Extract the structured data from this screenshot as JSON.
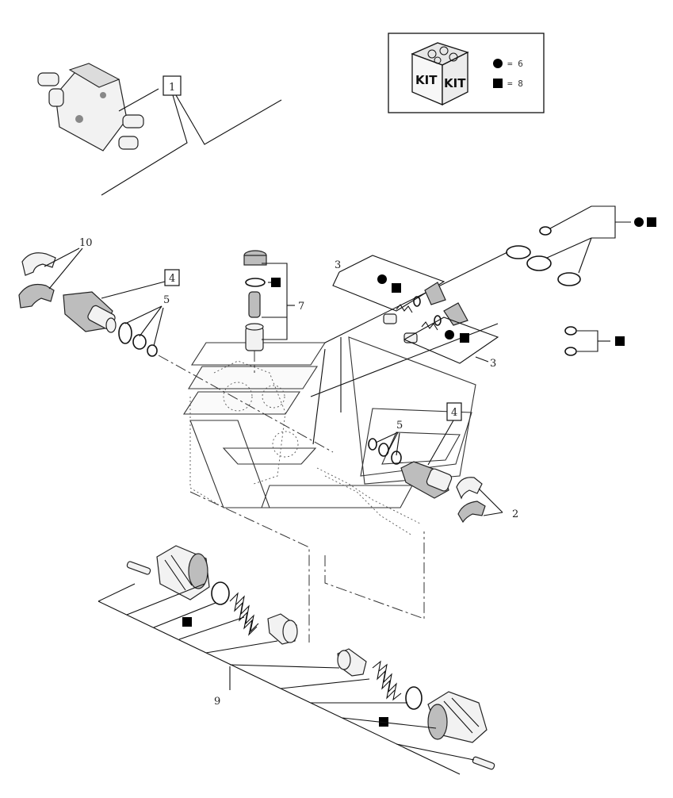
{
  "kit": {
    "box_text_left": "KIT",
    "box_text_right": "KIT",
    "circle_legend": "= 6",
    "square_legend": "= 8"
  },
  "callouts": {
    "item_1": "1",
    "item_2": "2",
    "item_3_top": "3",
    "item_3_right": "3",
    "item_4_left": "4",
    "item_4_right": "4",
    "item_5_left": "5",
    "item_5_right": "5",
    "item_7": "7",
    "item_9": "9",
    "item_10": "10"
  },
  "colors": {
    "line": "#111111",
    "marker": "#000000",
    "background": "#ffffff"
  }
}
